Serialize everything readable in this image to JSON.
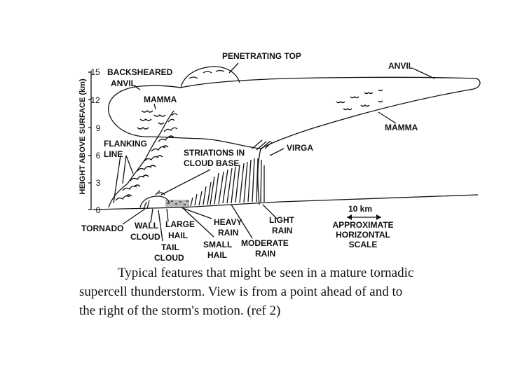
{
  "axis": {
    "title": "HEIGHT ABOVE SURFACE (km)",
    "ticks": [
      "0",
      "3",
      "6",
      "9",
      "12",
      "15"
    ]
  },
  "labels": {
    "penetrating_top": "PENETRATING TOP",
    "anvil": "ANVIL",
    "backsheared_1": "BACKSHEARED",
    "backsheared_2": "ANVIL",
    "mamma_left": "MAMMA",
    "mamma_right": "MAMMA",
    "flanking_1": "FLANKING",
    "flanking_2": "LINE",
    "striations_1": "STRIATIONS IN",
    "striations_2": "CLOUD BASE",
    "virga": "VIRGA",
    "tornado": "TORNADO",
    "wall_1": "WALL",
    "wall_2": "CLOUD",
    "large_hail_1": "LARGE",
    "large_hail_2": "HAIL",
    "tail_1": "TAIL",
    "tail_2": "CLOUD",
    "heavy_rain_1": "HEAVY",
    "heavy_rain_2": "RAIN",
    "small_hail_1": "SMALL",
    "small_hail_2": "HAIL",
    "light_rain_1": "LIGHT",
    "light_rain_2": "RAIN",
    "moderate_rain_1": "MODERATE",
    "moderate_rain_2": "RAIN",
    "scale_distance": "10 km",
    "scale_1": "APPROXIMATE",
    "scale_2": "HORIZONTAL",
    "scale_3": "SCALE"
  },
  "caption": {
    "line1": "Typical features that might be seen in a mature tornadic",
    "line2": "supercell thunderstorm.  View is from a point ahead of and to",
    "line3": "the right of the storm's motion. (ref 2)"
  }
}
